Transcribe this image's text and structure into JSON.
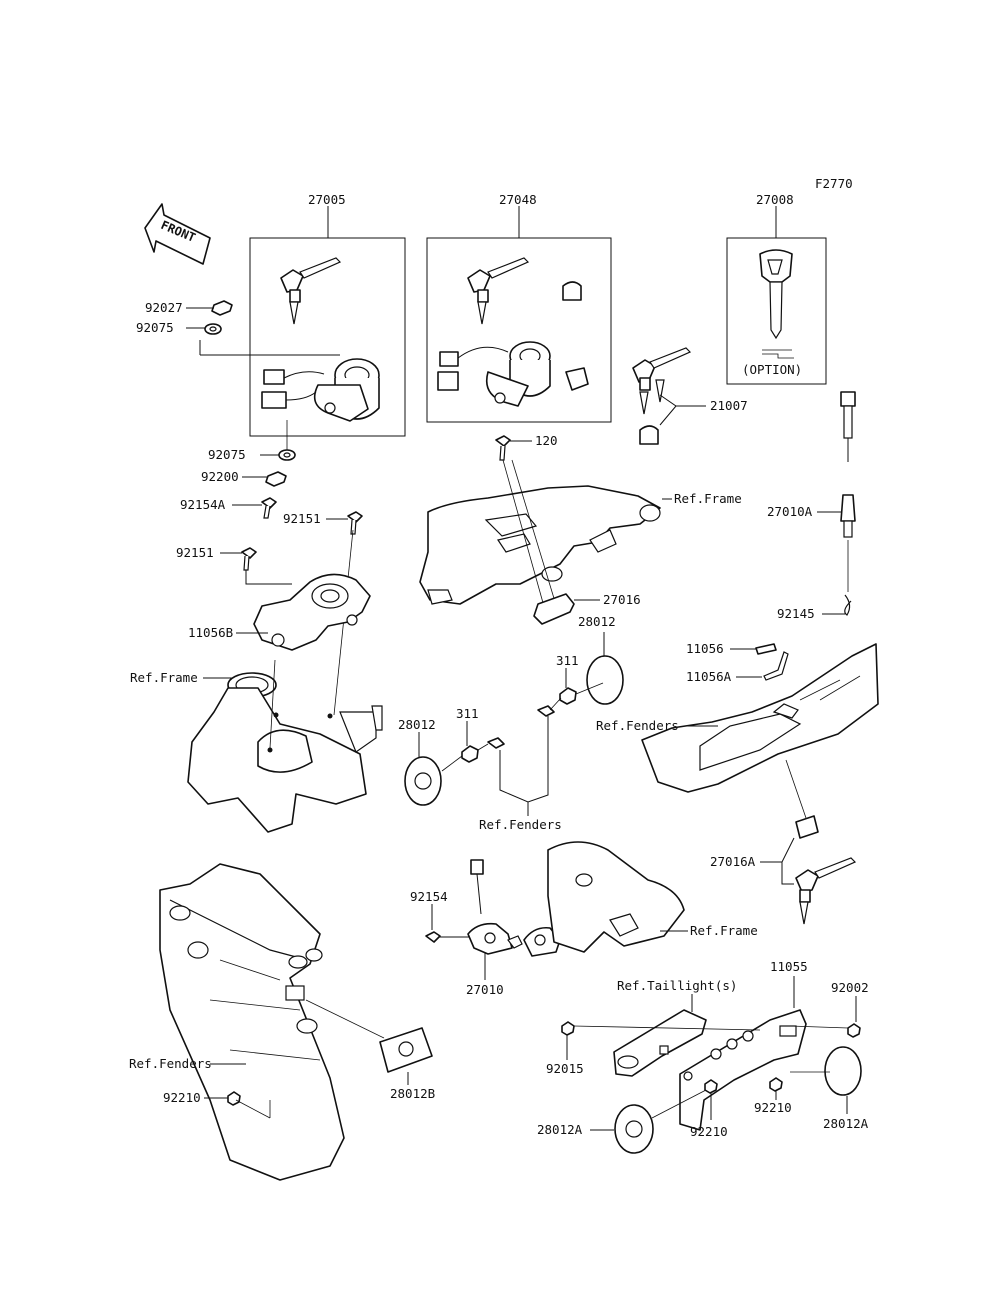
{
  "figure_code": "F2770",
  "front_label": "FRONT",
  "option_label": "(OPTION)",
  "labels": {
    "p27005": "27005",
    "p27048": "27048",
    "p27008": "27008",
    "p92027": "92027",
    "p92075a": "92075",
    "p92075b": "92075",
    "p92200": "92200",
    "p92154a": "92154A",
    "p92151a": "92151",
    "p92151b": "92151",
    "p11056b": "11056B",
    "ref_frame_1": "Ref.Frame",
    "p120": "120",
    "ref_frame_2": "Ref.Frame",
    "p21007": "21007",
    "p27010a": "27010A",
    "p27016": "27016",
    "p28012a": "28012",
    "p311a": "311",
    "p92145": "92145",
    "p11056": "11056",
    "p11056a": "11056A",
    "ref_fenders_1": "Ref.Fenders",
    "p28012b": "28012",
    "p311b": "311",
    "ref_fenders_2": "Ref.Fenders",
    "p27016a": "27016A",
    "p92154": "92154",
    "ref_frame_3": "Ref.Frame",
    "p27010": "27010",
    "p11055": "11055",
    "ref_taillight": "Ref.Taillight(s)",
    "p92002": "92002",
    "ref_fenders_3": "Ref.Fenders",
    "p92015": "92015",
    "p92210a": "92210",
    "p92210b": "92210",
    "p92210c": "92210",
    "p28012B": "28012B",
    "p28012A_a": "28012A",
    "p28012A_b": "28012A"
  }
}
